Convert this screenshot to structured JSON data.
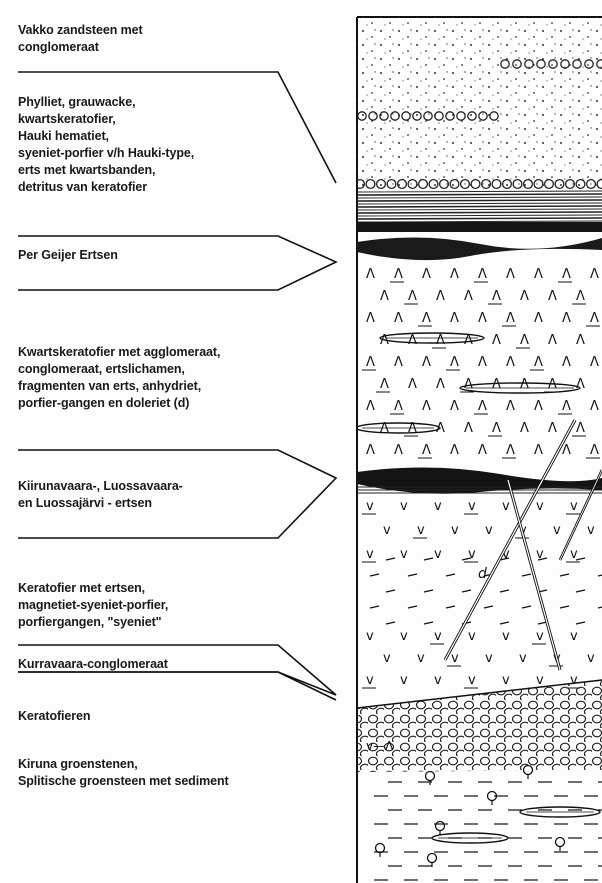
{
  "diagram": {
    "labels": [
      {
        "id": "vakko",
        "text": "Vakko zandsteen met\nconglomeraat"
      },
      {
        "id": "phylliet",
        "text": "Phylliet, grauwacke,\nkwartskeratofier,\nHauki hematiet,\nsyeniet-porfier v/h Hauki-type,\nerts met kwartsbanden,\ndetritus van keratofier"
      },
      {
        "id": "per-geijer",
        "text": "Per Geijer Ertsen"
      },
      {
        "id": "kwartskeratofier",
        "text": "Kwartskeratofier met agglomeraat,\nconglomeraat, ertslichamen,\nfragmenten van erts, anhydriet,\nporfier-gangen en doleriet (d)"
      },
      {
        "id": "kiirunavaara",
        "text": "Kiirunavaara-, Luossavaara-\nen Luossajärvi - ertsen"
      },
      {
        "id": "keratofier",
        "text": "Keratofier met ertsen,\nmagnetiet-syeniet-porfier,\nporfiergangen, \"syeniet\""
      },
      {
        "id": "kurravaara",
        "text": "Kurravaara-conglomeraat"
      },
      {
        "id": "keratofieren",
        "text": "Keratofieren"
      },
      {
        "id": "groenstenen",
        "text": "Kiruna groenstenen,\nSplitische groensteen met sediment"
      }
    ],
    "column_symbols": {
      "andesite": "Λ",
      "dolerite_marker": "d",
      "keratophyre": "V"
    }
  }
}
